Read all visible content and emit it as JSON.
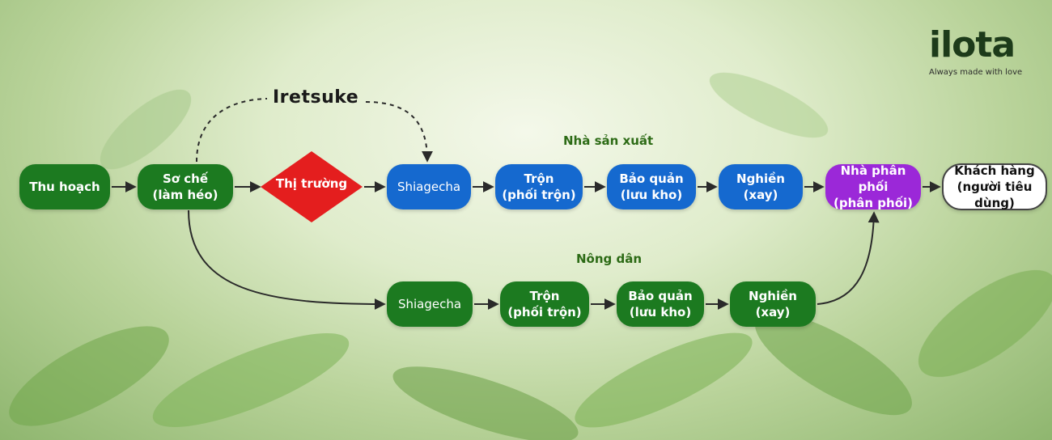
{
  "brand": {
    "name": "ilota",
    "tagline": "Always made with love"
  },
  "labels": {
    "iretsuke": "Iretsuke",
    "producer": "Nhà sản xuất",
    "farmer": "Nông dân"
  },
  "nodes": {
    "harvest": "Thu hoạch",
    "withering": "Sơ chế\n(làm héo)",
    "market": "Thị trường",
    "producer_shiage": "Shiagecha",
    "producer_blend": "Trộn\n(phối trộn)",
    "producer_storage": "Bảo quản\n(lưu kho)",
    "producer_grind": "Nghiền\n(xay)",
    "distributor": "Nhà phân phối\n(phân phối)",
    "customer": "Khách hàng\n(người tiêu dùng)",
    "farmer_shiage": "Shiagecha",
    "farmer_blend": "Trộn\n(phối trộn)",
    "farmer_storage": "Bảo quản\n(lưu kho)",
    "farmer_grind": "Nghiền\n(xay)"
  },
  "colors": {
    "farmer_green": "#1c7a20",
    "producer_blue": "#1569cf",
    "market_red": "#e41e1e",
    "distributor_purple": "#9b28d8"
  }
}
